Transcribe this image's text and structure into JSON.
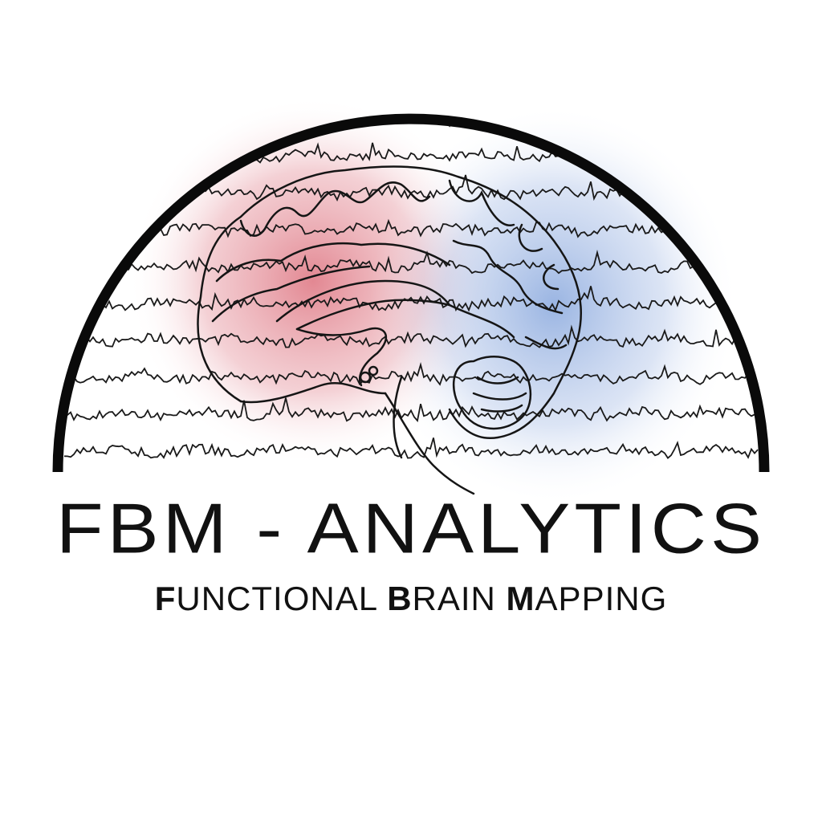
{
  "logo": {
    "title": "FBM - ANALYTICS",
    "subtitle": {
      "b1": "F",
      "r1": "UNCTIONAL ",
      "b2": "B",
      "r2": "RAIN ",
      "b3": "M",
      "r3": "APPING"
    },
    "colors": {
      "arc": "#0a0a0a",
      "left_glow": "#d9606e",
      "right_glow": "#6f95d6",
      "ink": "#111111"
    }
  }
}
